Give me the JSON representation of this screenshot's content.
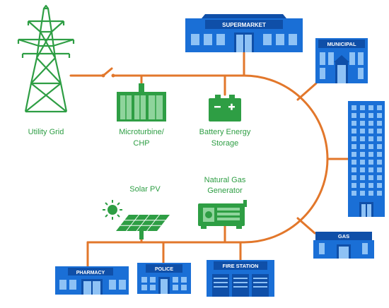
{
  "colors": {
    "line": "#e2772b",
    "green": "#2e9e44",
    "building": "#1a6fd6",
    "building_dark": "#0f4fa8",
    "window": "#8ec2f5"
  },
  "labels": {
    "utility_grid": "Utility Grid",
    "microturbine_1": "Microturbine/",
    "microturbine_2": "CHP",
    "battery_1": "Battery Energy",
    "battery_2": "Storage",
    "solar": "Solar PV",
    "natural_gas_1": "Natural Gas",
    "natural_gas_2": "Generator"
  },
  "buildings": {
    "supermarket": "SUPERMARKET",
    "municipal": "MUNICIPAL",
    "gas": "GAS",
    "pharmacy": "PHARMACY",
    "police": "POLICE",
    "fire_station": "FIRE STATION"
  },
  "icons": {
    "tower": "transmission-tower-icon",
    "switch": "open-switch-icon",
    "microturbine": "microturbine-icon",
    "battery": "battery-icon",
    "sun": "sun-icon",
    "solar_panel": "solar-panel-icon",
    "generator": "generator-icon"
  }
}
